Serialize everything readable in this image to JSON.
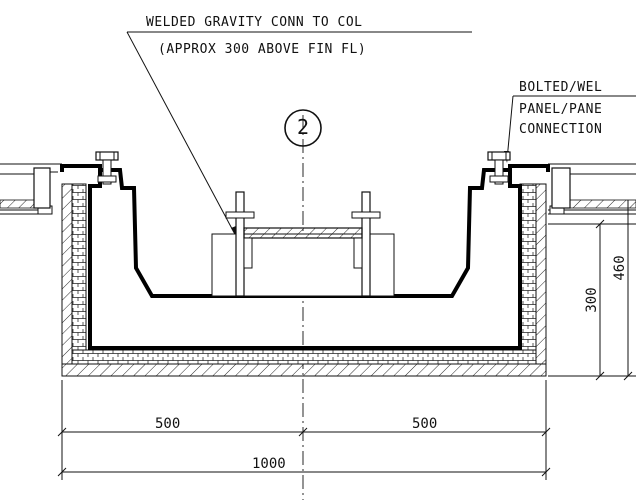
{
  "labels": {
    "gravity_conn_line1": "WELDED GRAVITY CONN TO COL",
    "gravity_conn_line2": "(APPROX 300 ABOVE FIN FL)",
    "panel_conn_line1": "BOLTED/WEL",
    "panel_conn_line2": "PANEL/PANE",
    "panel_conn_line3": "CONNECTION",
    "grid_marker": "2"
  },
  "dimensions": {
    "left_half": "500",
    "right_half": "500",
    "overall": "1000",
    "height_300": "300",
    "height_460": "460"
  },
  "colors": {
    "line": "#111111",
    "background": "#ffffff"
  }
}
